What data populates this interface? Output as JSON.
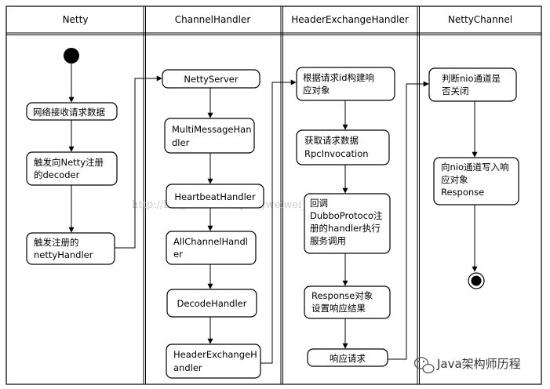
{
  "swimlanes": [
    {
      "key": "netty",
      "title": "Netty"
    },
    {
      "key": "channel_handler",
      "title": "ChannelHandler"
    },
    {
      "key": "header_exchange_handler",
      "title": "HeaderExchangeHandler"
    },
    {
      "key": "netty_channel",
      "title": "NettyChannel"
    }
  ],
  "nodes": {
    "receive": {
      "lines": [
        "网络接收请求数据"
      ]
    },
    "trigger_decoder": {
      "lines": [
        "触发向Netty注册",
        "的decoder"
      ]
    },
    "trigger_handler": {
      "lines": [
        "触发注册的",
        "nettyHandler"
      ]
    },
    "netty_server": {
      "lines": [
        "NettyServer"
      ]
    },
    "multi_message": {
      "lines": [
        "MultiMessageHan",
        "dler"
      ]
    },
    "heartbeat": {
      "lines": [
        "HeartbeatHandler"
      ]
    },
    "all_channel": {
      "lines": [
        "AllChannelHandl",
        "er"
      ]
    },
    "decode": {
      "lines": [
        "DecodeHandler"
      ]
    },
    "header_exchange": {
      "lines": [
        "HeaderExchangeH",
        "andler"
      ]
    },
    "build_response": {
      "lines": [
        "根据请求id构建响",
        "应对象"
      ]
    },
    "get_request": {
      "lines": [
        "获取请求数据",
        "RpcInvocation"
      ]
    },
    "callback": {
      "lines": [
        "回调",
        "DubboProtoco注",
        "册的handler执行",
        "服务调用"
      ]
    },
    "set_result": {
      "lines": [
        "Response对象",
        "设置响应结果"
      ]
    },
    "respond": {
      "lines": [
        "响应请求"
      ]
    },
    "check_closed": {
      "lines": [
        "判断nio通道是",
        "否关闭"
      ]
    },
    "write_response": {
      "lines": [
        "向nio通道写入响",
        "应对象",
        "Response"
      ]
    }
  },
  "watermark": "http://blog.csdn.net/qiangweiwei_zhangqiu",
  "brand": {
    "text": "Java架构师历程",
    "icon": "wechat-icon"
  }
}
